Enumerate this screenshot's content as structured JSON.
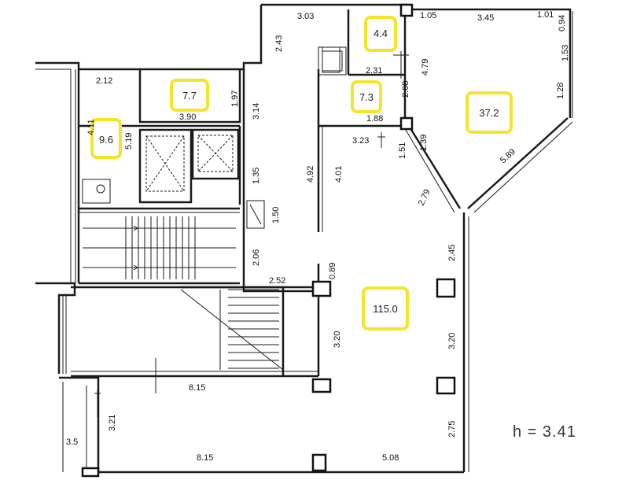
{
  "rooms": [
    {
      "id": "r1",
      "area": "9.6"
    },
    {
      "id": "r2",
      "area": "7.7"
    },
    {
      "id": "r3",
      "area": "4.4"
    },
    {
      "id": "r4",
      "area": "7.3"
    },
    {
      "id": "r5",
      "area": "37.2"
    },
    {
      "id": "r6",
      "area": "115.0"
    }
  ],
  "dimensions": [
    "3.03",
    "2.43",
    "1.05",
    "3.45",
    "1.01",
    "0.94",
    "1.53",
    "1.28",
    "4.79",
    "2.31",
    "2.08",
    "2.12",
    "1.97",
    "3.14",
    "3.90",
    "4.11",
    "5.19",
    "1.88",
    "3.23",
    "1.51",
    "1.39",
    "5.89",
    "2.79",
    "4.92",
    "4.01",
    "1.35",
    "1.50",
    "2.06",
    "2.52",
    "0.89",
    "2.45",
    "3.20",
    "3.20",
    "8.15",
    "3.21",
    "3.5",
    "8.15",
    "5.08",
    "2.75"
  ],
  "height_note": "h = 3.41"
}
